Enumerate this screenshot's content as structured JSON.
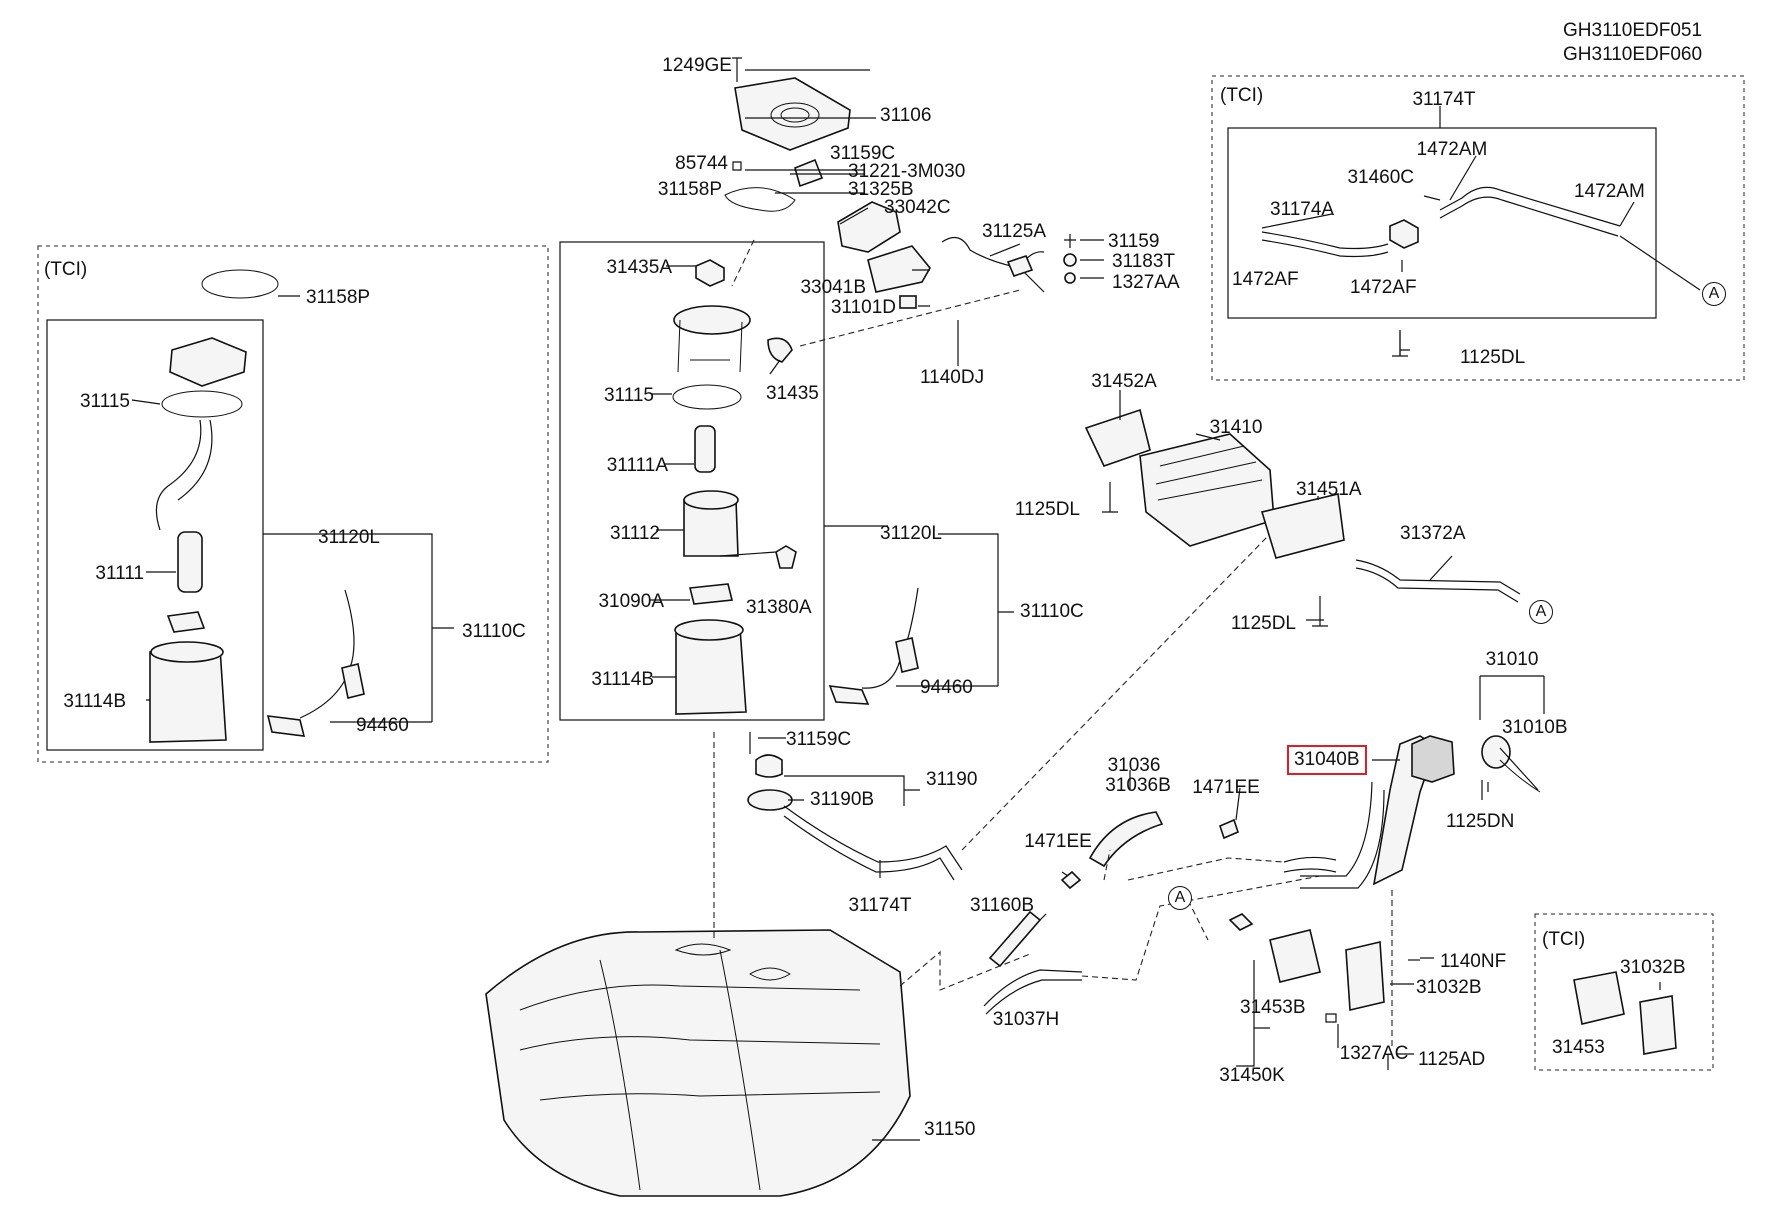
{
  "diagram_codes": [
    "GH3110EDF051",
    "GH3110EDF060"
  ],
  "tci_label": "(TCI)",
  "callout_letter": "A",
  "highlighted_part": "31040B",
  "highlight_color": "#e11d2a",
  "parts": {
    "p1249GE": "1249GE",
    "p31106": "31106",
    "p85744": "85744",
    "p31159C_top": "31159C",
    "p31221": "31221-3M030",
    "p31158P_top": "31158P",
    "p31325B": "31325B",
    "p33042C": "33042C",
    "p31125A": "31125A",
    "p31159": "31159",
    "p31183T": "31183T",
    "p1327AA": "1327AA",
    "p33041B": "33041B",
    "p31101D": "31101D",
    "p1140DJ": "1140DJ",
    "p31435A": "31435A",
    "p31115_mid": "31115",
    "p31435": "31435",
    "p31111A": "31111A",
    "p31112": "31112",
    "p31090A": "31090A",
    "p31380A": "31380A",
    "p31114B_mid": "31114B",
    "p31120L_mid": "31120L",
    "p31110C_mid": "31110C",
    "p94460_mid": "94460",
    "p31158P_l": "31158P",
    "p31115_l": "31115",
    "p31111_l": "31111",
    "p31114B_l": "31114B",
    "p31120L_l": "31120L",
    "p31110C_l": "31110C",
    "p94460_l": "94460",
    "p31174T_r": "31174T",
    "p1472AM_a": "1472AM",
    "p31460C": "31460C",
    "p1472AM_b": "1472AM",
    "p31174A": "31174A",
    "p1472AF_a": "1472AF",
    "p1472AF_b": "1472AF",
    "p1125DL_r": "1125DL",
    "p31452A": "31452A",
    "p31410": "31410",
    "p1125DL_a": "1125DL",
    "p31451A": "31451A",
    "p31372A": "31372A",
    "p1125DL_b": "1125DL",
    "p31010": "31010",
    "p31010B": "31010B",
    "p31040B": "31040B",
    "p1125DN": "1125DN",
    "p31036": "31036",
    "p31036B": "31036B",
    "p1471EE_a": "1471EE",
    "p1471EE_b": "1471EE",
    "p31159C_bot": "31159C",
    "p31190": "31190",
    "p31190B": "31190B",
    "p31174T_bot": "31174T",
    "p31160B": "31160B",
    "p31037H": "31037H",
    "p31150": "31150",
    "p31453B": "31453B",
    "p31450K": "31450K",
    "p1327AC": "1327AC",
    "p1140NF": "1140NF",
    "p31032B": "31032B",
    "p1125AD": "1125AD",
    "p31453": "31453",
    "p31032B_tci": "31032B"
  }
}
